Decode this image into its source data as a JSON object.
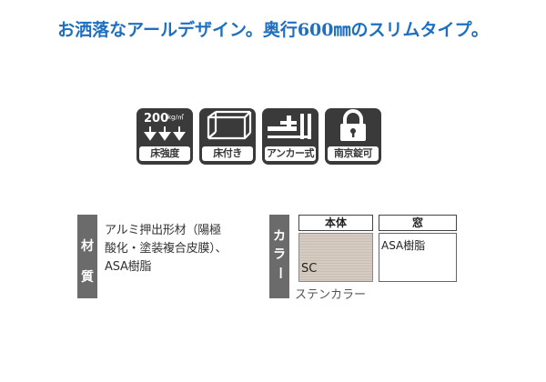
{
  "headline": "お洒落なアールデザイン。奥行600㎜のスリムタイプ。",
  "features": [
    {
      "icon": "load-capacity-icon",
      "top_text": "200",
      "unit": "kg/㎡",
      "label": "床強度"
    },
    {
      "icon": "floor-frame-icon",
      "label": "床付き"
    },
    {
      "icon": "anchor-icon",
      "label": "アンカー式"
    },
    {
      "icon": "padlock-icon",
      "label": "南京錠可"
    }
  ],
  "material": {
    "tag_chars": [
      "材",
      "質"
    ],
    "lines": [
      "アルミ押出形材（陽極",
      "酸化・塗装複合皮膜）、",
      "ASA樹脂"
    ]
  },
  "color": {
    "tag_chars": [
      "カ",
      "ラ",
      "ー"
    ],
    "headers": {
      "body": "本体",
      "window": "窓"
    },
    "body_code": "SC",
    "body_name": "ステンカラー",
    "window_text": "ASA樹脂"
  },
  "colors": {
    "headline": "#1f6fc0",
    "icon_bg": "#3a3a3a",
    "tag_bg": "#6b6b6b"
  }
}
